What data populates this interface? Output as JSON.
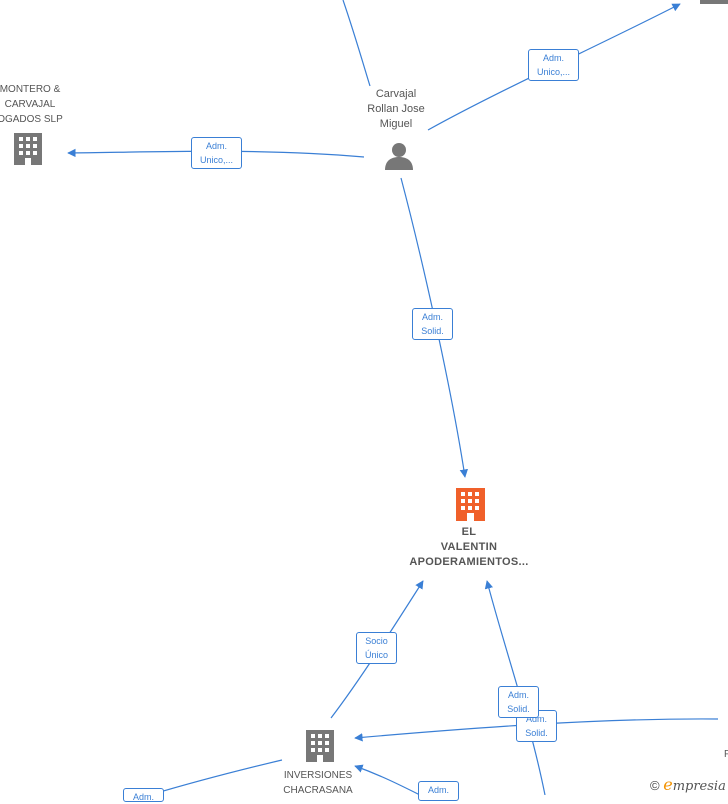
{
  "nodes": {
    "person_name": [
      "Carvajal",
      "Rollan Jose",
      "Miguel"
    ],
    "company_left": [
      "MONTERO &",
      "CARVAJAL",
      "OGADOS SLP"
    ],
    "company_main": [
      "EL",
      "VALENTIN",
      "APODERAMIENTOS..."
    ],
    "company_bottom": [
      "INVERSIONES",
      "CHACRASANA"
    ],
    "right_edge_char": "F"
  },
  "edge_labels": {
    "top_right": [
      "Adm.",
      "Unico,..."
    ],
    "left": [
      "Adm.",
      "Unico,..."
    ],
    "center": [
      "Adm.",
      "Solid."
    ],
    "socio": [
      "Socio",
      "Único"
    ],
    "bottom_a": [
      "Adm.",
      "Solid."
    ],
    "bottom_b": [
      "Adm.",
      "Solid."
    ],
    "bottom_c": [
      "Adm.",
      ""
    ],
    "bottom_d": [
      "Adm.",
      ""
    ]
  },
  "brand": {
    "copyright": "©",
    "initial": "e",
    "name": "mpresia"
  },
  "colors": {
    "edge": "#3a7fd5",
    "main_company": "#f0602a",
    "icon": "#777777"
  }
}
